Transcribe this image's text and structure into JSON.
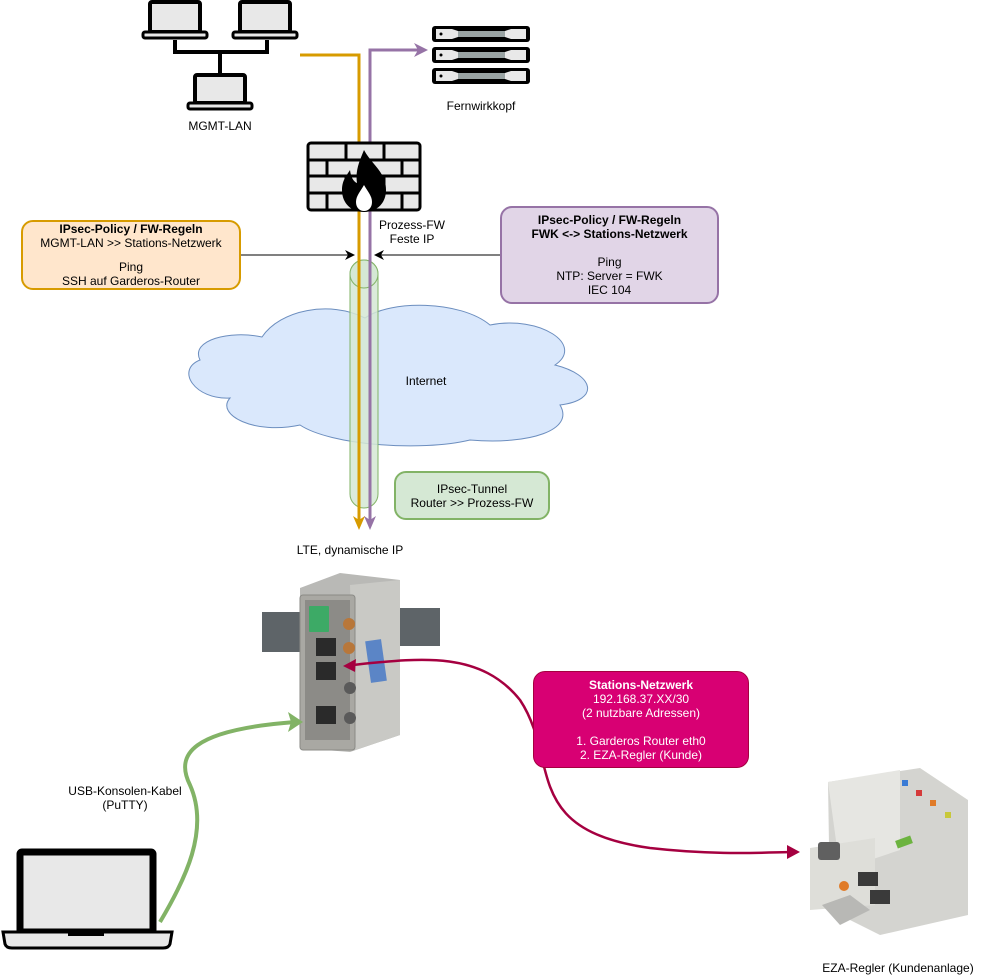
{
  "diagram": {
    "title": "Netzwerkdiagramm Garderos Router / EZA-Regler",
    "colors": {
      "orange_flow": "#d79b00",
      "purple_flow": "#9673a6",
      "tunnel_green": "#82b366",
      "station_net": "#a50040",
      "usb_cable": "#82b366",
      "cloud_fill": "#dae8fc",
      "cloud_stroke": "#6c8ebf"
    },
    "nodes": {
      "mgmt_lan": {
        "label": "MGMT-LAN",
        "icon": "laptop-network-icon"
      },
      "fernwirkkopf": {
        "label": "Fernwirkkopf",
        "icon": "server-rack-icon"
      },
      "prozess_fw": {
        "label_line1": "Prozess-FW",
        "label_line2": "Feste IP",
        "icon": "firewall-icon"
      },
      "internet": {
        "label": "Internet",
        "icon": "cloud-icon"
      },
      "router": {
        "label": "LTE, dynamische IP",
        "icon": "garderos-router-image"
      },
      "laptop": {
        "label_line1": "USB-Konsolen-Kabel",
        "label_line2": "(PuTTY)",
        "icon": "laptop-icon"
      },
      "eza_regler": {
        "label": "EZA-Regler (Kundenanlage)",
        "icon": "plc-controller-image"
      }
    },
    "boxes": {
      "policy_mgmt": {
        "title": "IPsec-Policy / FW-Regeln",
        "subtitle": "MGMT-LAN >> Stations-Netzwerk",
        "lines": [
          "Ping",
          "SSH auf Garderos-Router"
        ]
      },
      "policy_fwk": {
        "title": "IPsec-Policy / FW-Regeln",
        "subtitle": "FWK <-> Stations-Netzwerk",
        "lines": [
          "Ping",
          "NTP: Server = FWK",
          "IEC 104"
        ]
      },
      "tunnel": {
        "line1": "IPsec-Tunnel",
        "line2": "Router >> Prozess-FW"
      },
      "stations_netz": {
        "title": "Stations-Netzwerk",
        "line1": "192.168.37.XX/30",
        "line2": "(2 nutzbare Adressen)",
        "items": [
          "1. Garderos Router eth0",
          "2. EZA-Regler (Kunde)"
        ]
      }
    }
  }
}
